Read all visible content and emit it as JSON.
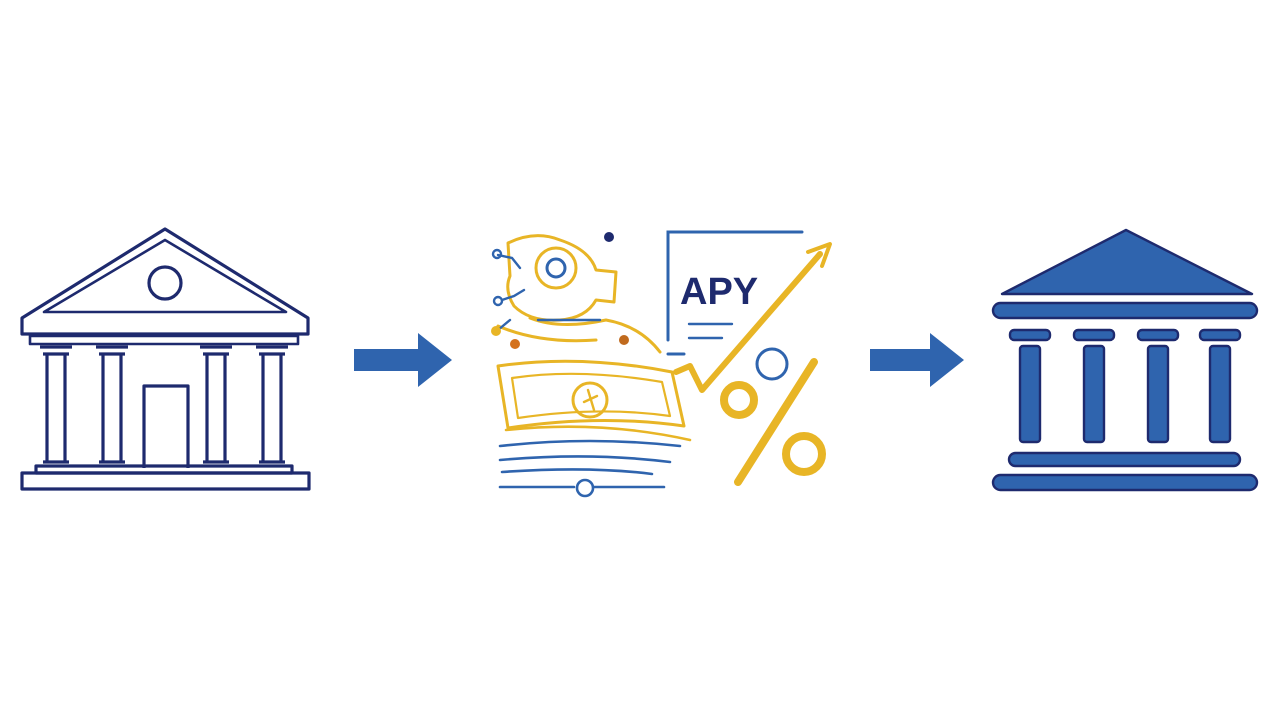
{
  "diagram": {
    "nodes": [
      {
        "id": "source-bank",
        "icon": "bank-outline-icon"
      },
      {
        "id": "yield-process",
        "icon": "money-interest-icon",
        "label": "APY",
        "symbol": "%"
      },
      {
        "id": "destination-bank",
        "icon": "bank-filled-icon"
      }
    ],
    "edges": [
      {
        "from": "source-bank",
        "to": "yield-process",
        "icon": "arrow-right-icon"
      },
      {
        "from": "yield-process",
        "to": "destination-bank",
        "icon": "arrow-right-icon"
      }
    ]
  },
  "colors": {
    "navy": "#1e2a6e",
    "blue": "#2f64ae",
    "gold": "#e8b526",
    "orange": "#d4711c",
    "background": "#ffffff"
  }
}
